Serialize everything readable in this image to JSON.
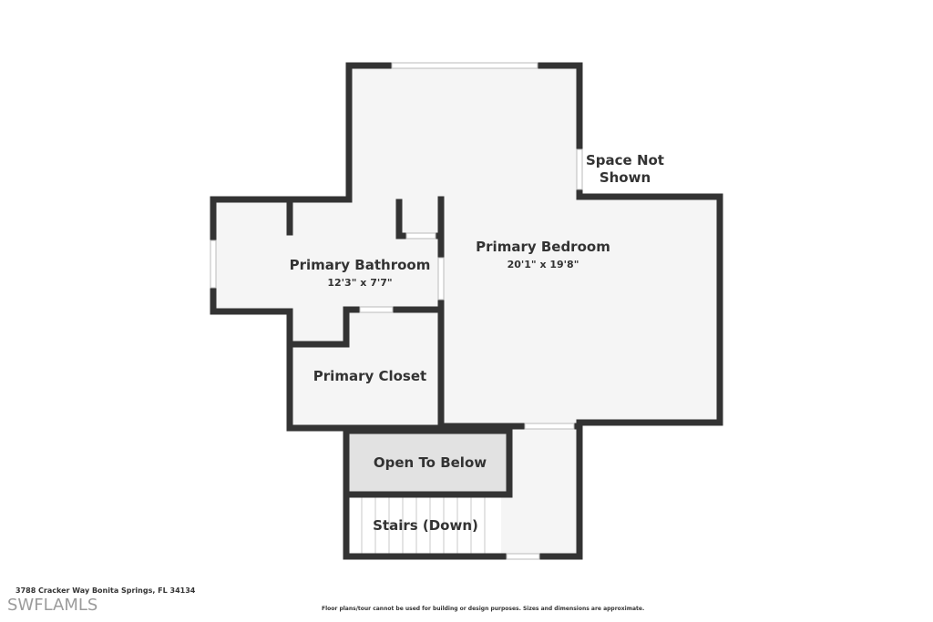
{
  "colors": {
    "wall": "#333333",
    "floor": "#f5f5f5",
    "open_to_below": "#e2e2e2",
    "window": "#ffffff",
    "text": "#333333"
  },
  "rooms": {
    "primary_bedroom": {
      "name": "Primary Bedroom",
      "dims": "20'1\" x 19'8\""
    },
    "primary_bathroom": {
      "name": "Primary Bathroom",
      "dims": "12'3\" x 7'7\""
    },
    "primary_closet": {
      "name": "Primary Closet"
    },
    "open_to_below": {
      "name": "Open To Below"
    },
    "stairs": {
      "name": "Stairs (Down)"
    },
    "space_not_shown": {
      "line1": "Space Not",
      "line2": "Shown"
    }
  },
  "footer": {
    "address": "3788 Cracker Way Bonita Springs, FL 34134",
    "disclaimer": "Floor plans/tour cannot be used for building or design purposes. Sizes and dimensions are approximate.",
    "watermark": "SWFLAMLS"
  }
}
